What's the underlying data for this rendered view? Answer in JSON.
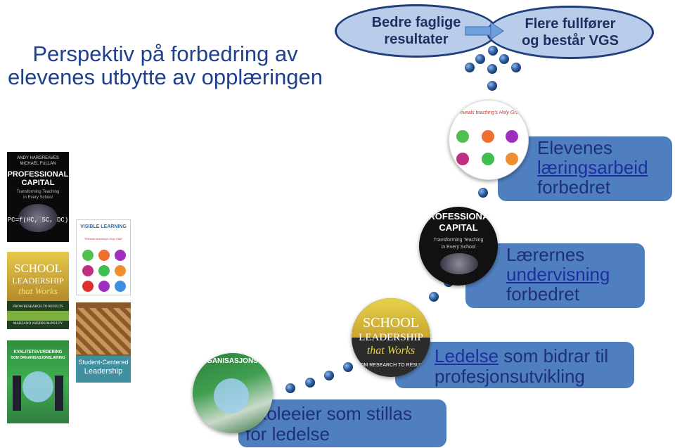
{
  "title": {
    "line1": "Perspektiv på forbedring av",
    "line2": "elevenes utbytte av opplæringen"
  },
  "goals": {
    "left": {
      "line1": "Bedre faglige",
      "line2": "resultater"
    },
    "right": {
      "line1": "Flere fullfører",
      "line2": "og består VGS"
    }
  },
  "steps": {
    "s1": {
      "line1": "Skoleeier som stillas",
      "line2": "for ledelse"
    },
    "s2": {
      "word_underlined": "Ledelse",
      "rest": " som bidrar til",
      "line2": "profesjonsutvikling"
    },
    "s3": {
      "line1": "Lærernes",
      "line2": "undervisning",
      "line3": "forbedret"
    },
    "s4": {
      "line1": "Elevenes",
      "line2": "læringsarbeid",
      "line3": "forbedret"
    }
  },
  "books": {
    "professional_capital": {
      "authors1": "ANDY HARGREAVES",
      "authors2": "MICHAEL FULLAN",
      "title1": "PROFESSIONAL",
      "title2": "CAPITAL",
      "sub1": "Transforming Teaching",
      "sub2": "in Every School",
      "formula": "PC=f(HC, SC, DC)"
    },
    "visible_learning": {
      "title": "VISIBLE LEARNING",
      "quote": "\"Reveals teaching's Holy Grail\""
    },
    "school_leadership": {
      "title1": "SCHOOL",
      "title2": "LEADERSHIP",
      "title3": "that Works",
      "sub": "FROM RESEARCH TO RESULTS",
      "authors": "MARZANO  WATERS  McNULTY"
    },
    "student_centered": {
      "title1": "Student-Centered",
      "title2": "Leadership"
    },
    "kvalitetsvurdering": {
      "title1": "KVALITETSVURDERING",
      "title2": "SOM ORGANISASJONSLÆRING"
    }
  },
  "colors": {
    "step_box": "#4f7fbf",
    "dot": "#1f4f8f",
    "ellipse_fill": "#b9cdea",
    "title": "#1f3f8f"
  }
}
